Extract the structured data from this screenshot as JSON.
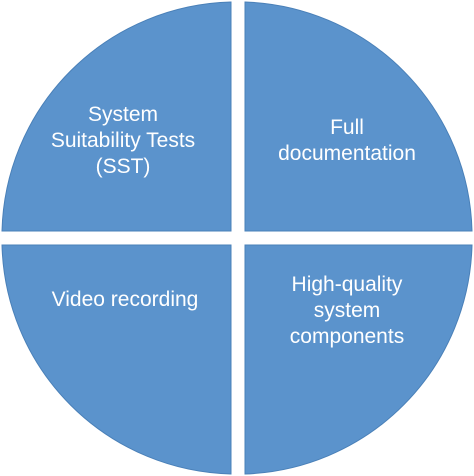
{
  "diagram": {
    "fill_color": "#5b93cc",
    "stroke_color": "#4a80b8",
    "gap_color": "#ffffff",
    "text_color": "#ffffff",
    "quadrants": [
      {
        "position": "top-left",
        "label": "System\nSuitability Tests\n(SST)"
      },
      {
        "position": "top-right",
        "label": "Full\ndocumentation"
      },
      {
        "position": "bottom-left",
        "label": "Video recording"
      },
      {
        "position": "bottom-right",
        "label": "High-quality\nsystem\ncomponents"
      }
    ]
  }
}
